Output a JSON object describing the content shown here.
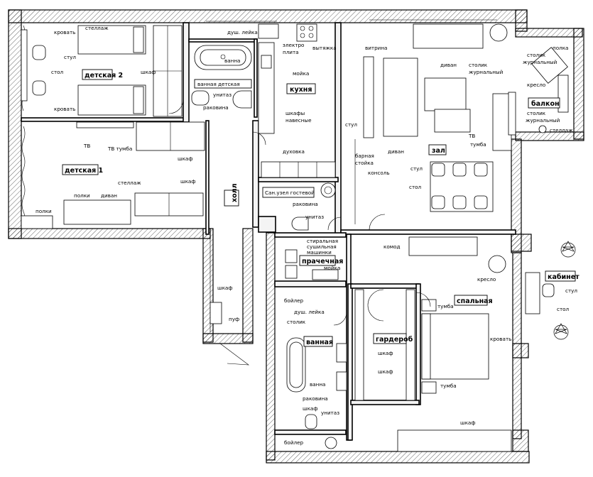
{
  "rooms": {
    "kids2": "детская 2",
    "kids1": "детская 1",
    "bath_kids": "ванная детская",
    "kitchen": "кухня",
    "hall_main": "зал",
    "balcony": "балкон",
    "hallway": "холл",
    "guest_wc": "Сан.узел гостевой",
    "laundry": "прачечная",
    "bathroom": "ванная",
    "wardrobe": "гардероб",
    "bedroom": "спальная",
    "cabinet": "кабинет"
  },
  "labels": {
    "stellazh": "стеллаж",
    "krovat": "кровать",
    "stul": "стул",
    "stol": "стол",
    "shkaf": "шкаф",
    "dush_leika": "душ. лейка",
    "elektro": "электро",
    "plita": "плита",
    "vytyazhka": "вытяжка",
    "vanna": "ванна",
    "moika": "мойка",
    "unitaz": "унитаз",
    "rakovina": "раковина",
    "shkafy": "шкафы",
    "navesnye": "навесные",
    "vitrina": "витрина",
    "divan": "диван",
    "stolik": "столик",
    "zhurnalnyi": "журнальный",
    "polka": "полка",
    "kreslo": "кресло",
    "tv": "ТВ",
    "tumba": "тумба",
    "tv_tumba": "ТВ тумба",
    "duhovka": "духовка",
    "barnaya": "барная",
    "stoika": "стойка",
    "konsol": "консоль",
    "polki": "полки",
    "stiralnaya": "стиральная",
    "sushilnaya": "сушильная",
    "mashinki": "машинки",
    "komod": "комод",
    "boiler": "бойлер",
    "stolik_single": "столик",
    "puf": "пуф"
  }
}
